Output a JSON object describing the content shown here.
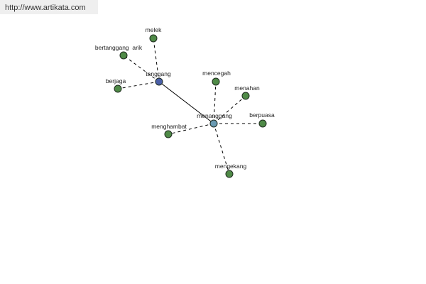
{
  "banner": {
    "url": "http://www.artikata.com"
  },
  "colors": {
    "background": "#ffffff",
    "banner_bg": "#efefef",
    "edge": "#000000",
    "word_node": "#4f8a47",
    "root_node": "#4a5fa8",
    "center_node": "#6a9bb3",
    "node_stroke": "#1e2a1e",
    "label": "#222222"
  },
  "graph": {
    "nodes": [
      {
        "id": "tanggang",
        "label": "tanggang",
        "kind": "root"
      },
      {
        "id": "menanggang",
        "label": "menanggang",
        "kind": "center"
      },
      {
        "id": "melek",
        "label": "melek",
        "kind": "word"
      },
      {
        "id": "bertanggang-arik",
        "label": "bertanggang  arik",
        "kind": "word"
      },
      {
        "id": "berjaga",
        "label": "berjaga",
        "kind": "word"
      },
      {
        "id": "mencegah",
        "label": "mencegah",
        "kind": "word"
      },
      {
        "id": "menahan",
        "label": "menahan",
        "kind": "word"
      },
      {
        "id": "berpuasa",
        "label": "berpuasa",
        "kind": "word"
      },
      {
        "id": "menghambat",
        "label": "menghambat",
        "kind": "word"
      },
      {
        "id": "mengekang",
        "label": "mengekang",
        "kind": "word"
      }
    ],
    "edges": [
      {
        "from": "tanggang",
        "to": "menanggang",
        "style": "solid"
      },
      {
        "from": "tanggang",
        "to": "melek",
        "style": "dashed"
      },
      {
        "from": "tanggang",
        "to": "bertanggang-arik",
        "style": "dashed"
      },
      {
        "from": "tanggang",
        "to": "berjaga",
        "style": "dashed"
      },
      {
        "from": "menanggang",
        "to": "mencegah",
        "style": "dashed"
      },
      {
        "from": "menanggang",
        "to": "menahan",
        "style": "dashed"
      },
      {
        "from": "menanggang",
        "to": "berpuasa",
        "style": "dashed"
      },
      {
        "from": "menanggang",
        "to": "menghambat",
        "style": "dashed"
      },
      {
        "from": "menanggang",
        "to": "mengekang",
        "style": "dashed"
      }
    ]
  }
}
